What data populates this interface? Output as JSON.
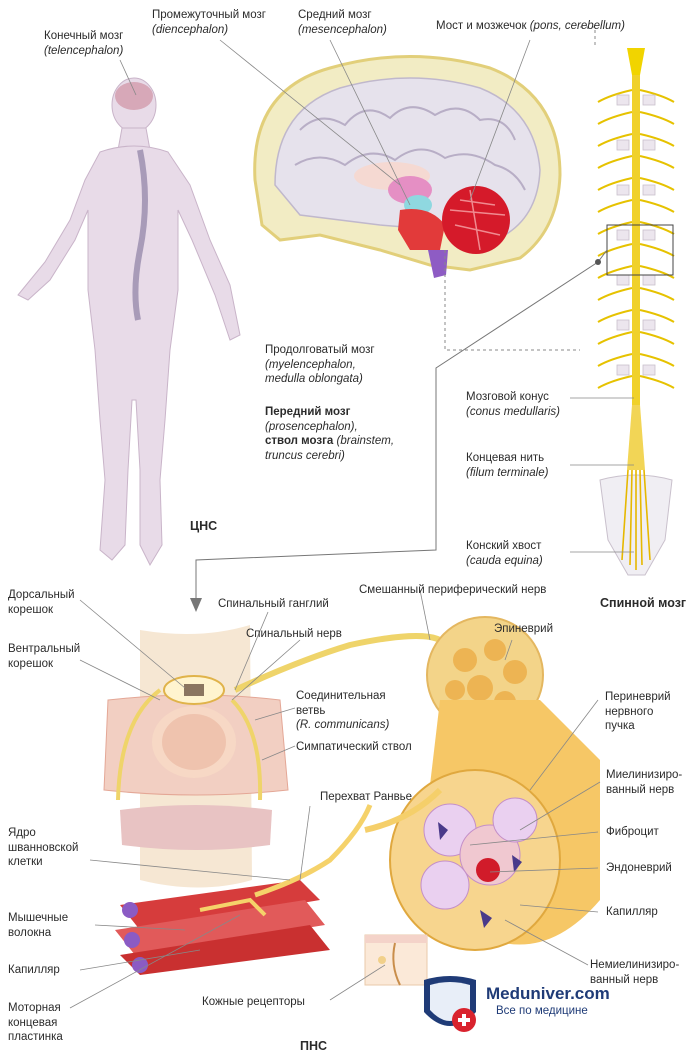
{
  "cns": {
    "telencephalon": {
      "ru": "Конечный мозг",
      "lat": "(telencephalon)"
    },
    "diencephalon": {
      "ru": "Промежуточный мозг",
      "lat": "(diencephalon)"
    },
    "mesencephalon": {
      "ru": "Средний мозг",
      "lat": "(mesencephalon)"
    },
    "pons": {
      "ru": "Мост и мозжечок",
      "lat": "(pons, cerebellum)"
    },
    "medulla": {
      "ru": "Продолговатый мозг",
      "lat1": "(myelencephalon,",
      "lat2": "medulla oblongata)"
    },
    "forebrain": {
      "ru": "Передний мозг",
      "lat": "(prosencephalon),",
      "stem_ru": "ствол мозга",
      "stem_lat": "(brainstem,",
      "stem_lat2": "truncus cerebri)"
    },
    "conus": {
      "ru": "Мозговой конус",
      "lat": "(conus medullaris)"
    },
    "filum": {
      "ru": "Концевая нить",
      "lat": "(filum terminale)"
    },
    "cauda": {
      "ru": "Конский хвост",
      "lat": "(cauda equina)"
    },
    "cns_caption": "ЦНС",
    "spinal_caption": "Спинной мозг"
  },
  "pns": {
    "dorsal_root": [
      "Дорсальный",
      "корешок"
    ],
    "ventral_root": [
      "Вентральный",
      "корешок"
    ],
    "spinal_ganglion": "Спинальный ганглий",
    "spinal_nerve": "Спинальный нерв",
    "mixed_nerve": "Смешанный периферический нерв",
    "epineurium": "Эпиневрий",
    "ramus": {
      "ru1": "Соединительная",
      "ru2": "ветвь",
      "lat": "(R. communicans)"
    },
    "sympathetic": "Симпатический ствол",
    "perineurium": [
      "Периневрий",
      "нервного",
      "пучка"
    ],
    "ranvier": "Перехват Ранвье",
    "myelinated": [
      "Миелинизиро-",
      "ванный нерв"
    ],
    "schwann": [
      "Ядро",
      "шванновской",
      "клетки"
    ],
    "fibrocyte": "Фиброцит",
    "endoneurium": "Эндоневрий",
    "muscle": [
      "Мышечные",
      "волокна"
    ],
    "capillary_left": "Капилляр",
    "capillary_right": "Капилляр",
    "unmyelinated": [
      "Немиелинизиро-",
      "ванный нерв"
    ],
    "skin": "Кожные рецепторы",
    "motor": [
      "Моторная",
      "концевая",
      "пластинка"
    ],
    "pns_caption": "ПНС"
  },
  "brand": {
    "name": "Meduniver.com",
    "tagline": "Все по медицине",
    "color": "#1f3b77",
    "accent": "#d9232e"
  }
}
